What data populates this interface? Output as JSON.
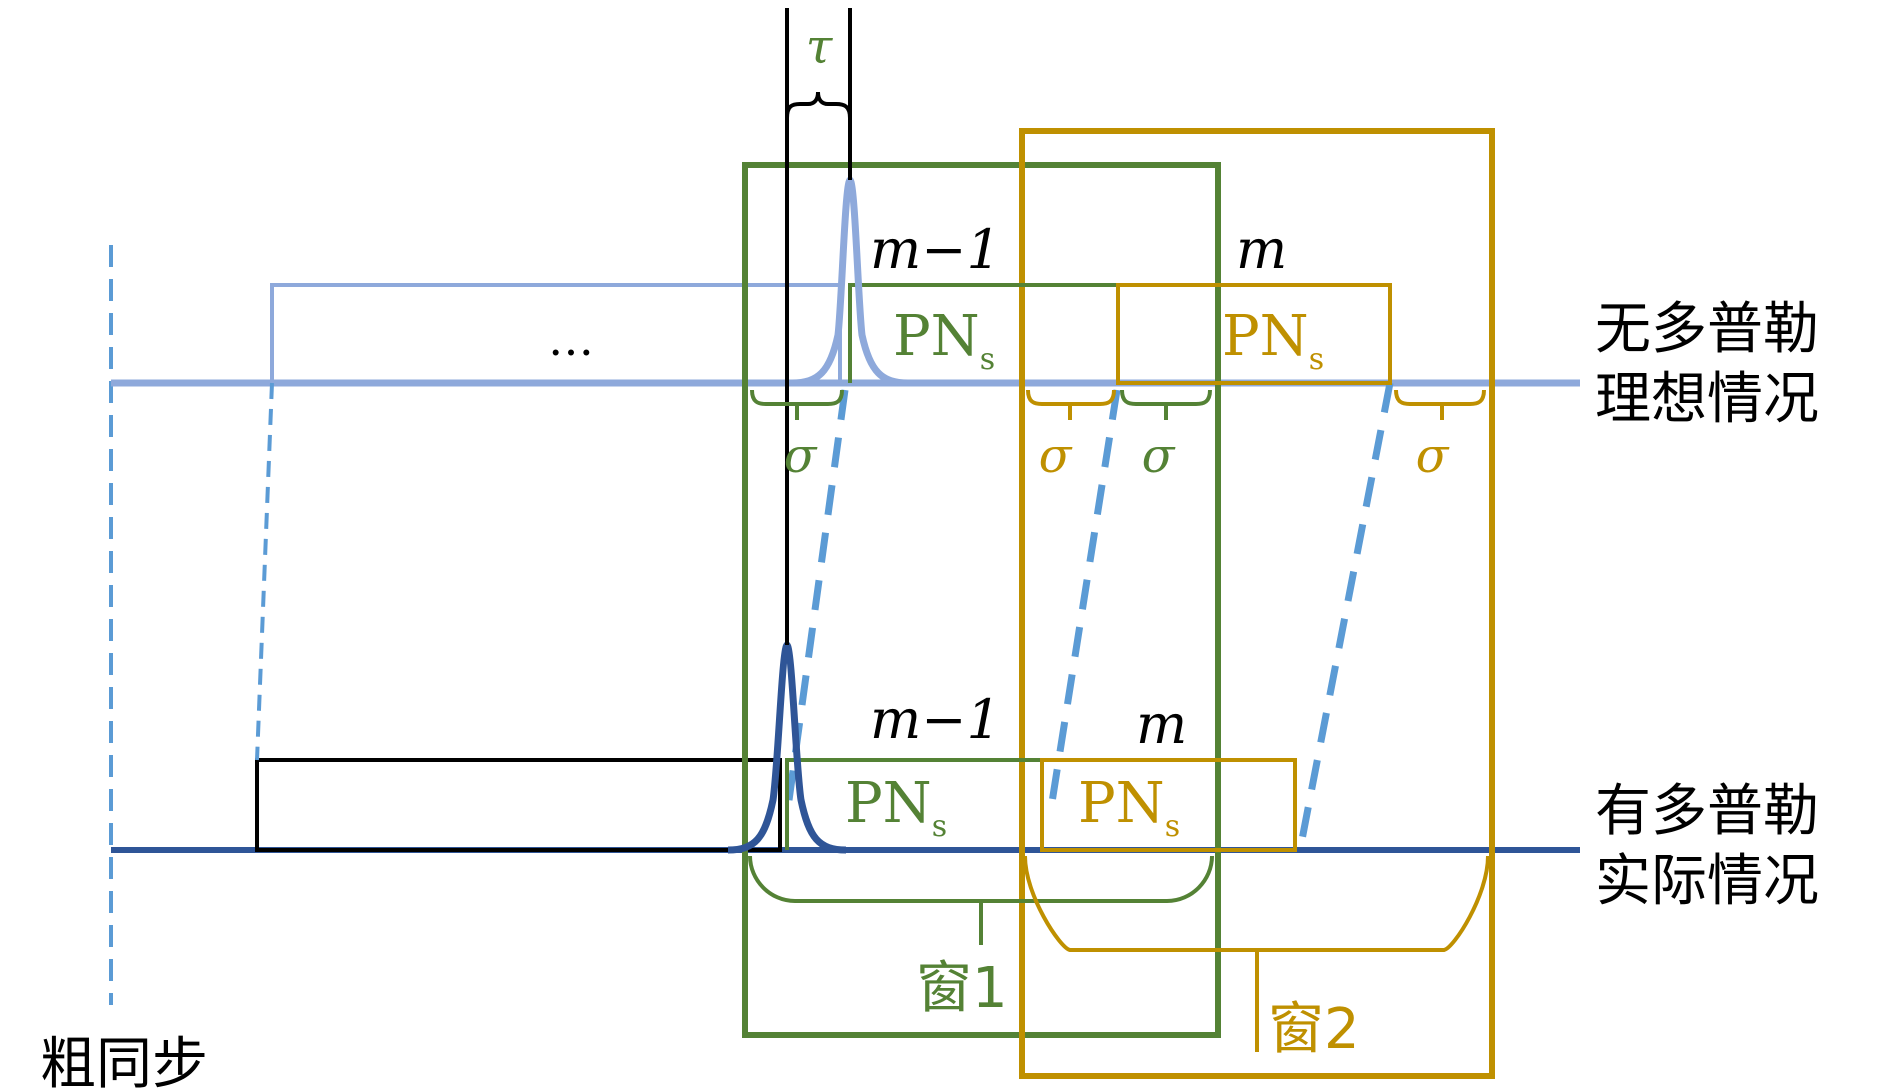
{
  "labels": {
    "tau": "τ",
    "sigma": "σ",
    "ellipsis": "…",
    "m_minus_1": "m−1",
    "m": "m",
    "pn": "PN",
    "pn_sub": "s",
    "ideal_line1": "无多普勒",
    "ideal_line2": "理想情况",
    "actual_line1": "有多普勒",
    "actual_line2": "实际情况",
    "window1": "窗1",
    "window2": "窗2",
    "coarse_sync": "粗同步"
  },
  "colors": {
    "green": "#548235",
    "gold": "#BF9000",
    "light_blue": "#8EA9DB",
    "dashed_blue": "#5B9BD5",
    "dark_blue": "#2F5597",
    "black": "#000000"
  }
}
